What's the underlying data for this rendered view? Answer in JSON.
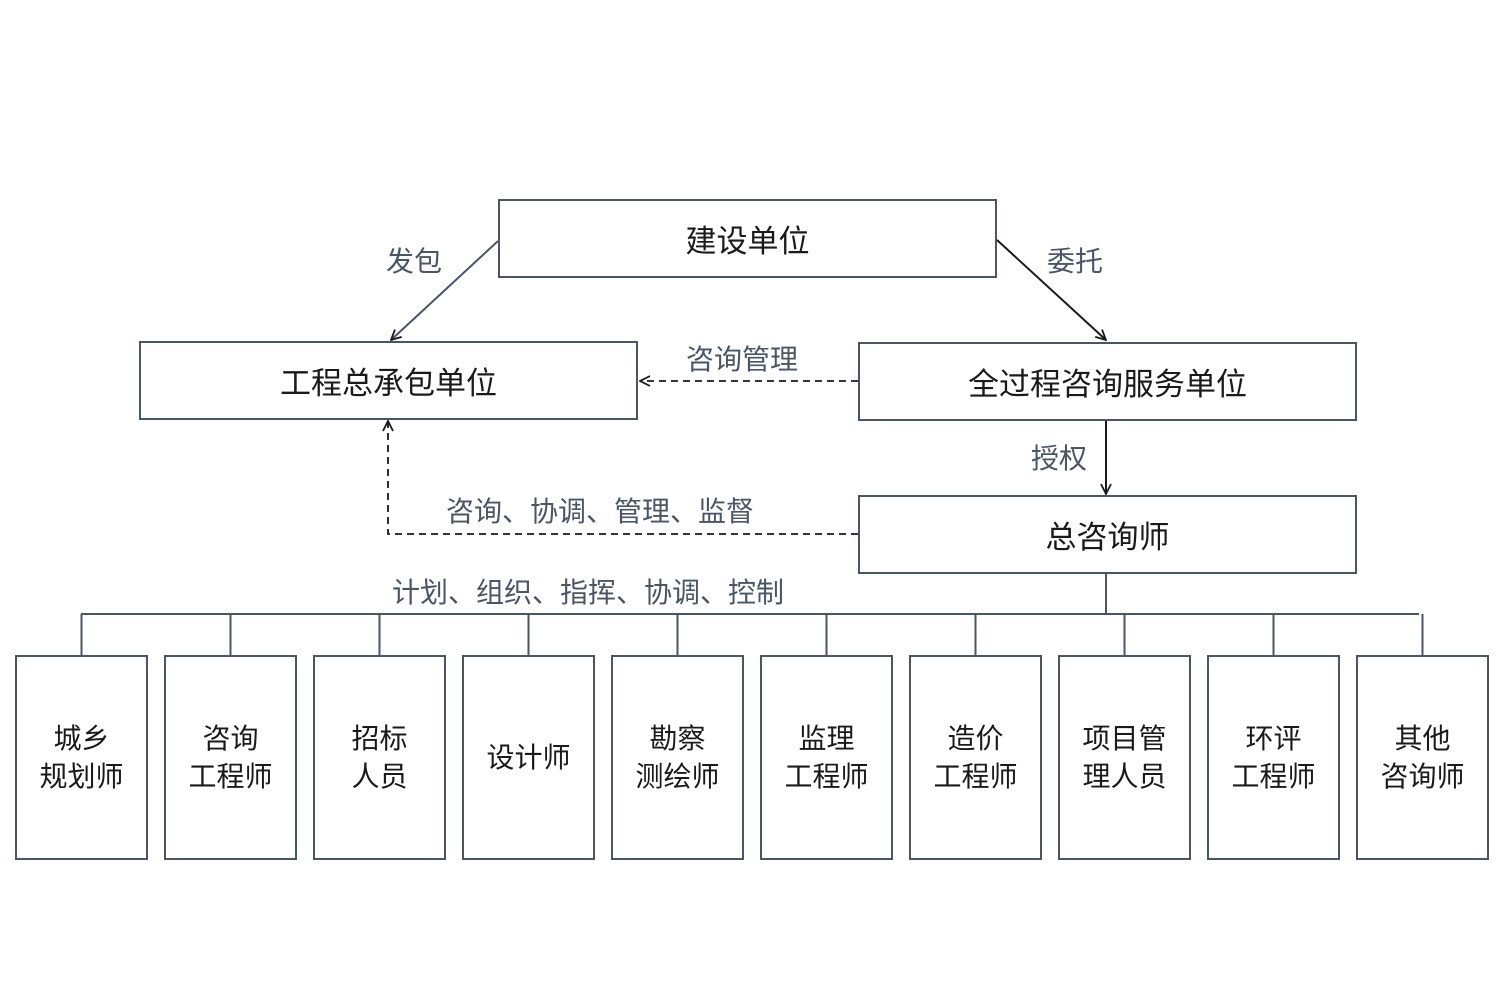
{
  "nodes": {
    "client": "建设单位",
    "general_contractor": "工程总承包单位",
    "consulting_unit": "全过程咨询服务单位",
    "chief_consultant": "总咨询师"
  },
  "edges": {
    "contract_out": "发包",
    "entrust": "委托",
    "consult_manage": "咨询管理",
    "authorize": "授权",
    "consult_coordinate": "咨询、协调、管理、监督",
    "plan_control": "计划、组织、指挥、协调、控制"
  },
  "roles": [
    "城乡\n规划师",
    "咨询\n工程师",
    "招标\n人员",
    "设计师",
    "勘察\n测绘师",
    "监理\n工程师",
    "造价\n工程师",
    "项目管\n理人员",
    "环评\n工程师",
    "其他\n咨询师"
  ],
  "colors": {
    "line": "#4a5566",
    "text": "#1a1a1a",
    "label": "#4a5566"
  }
}
